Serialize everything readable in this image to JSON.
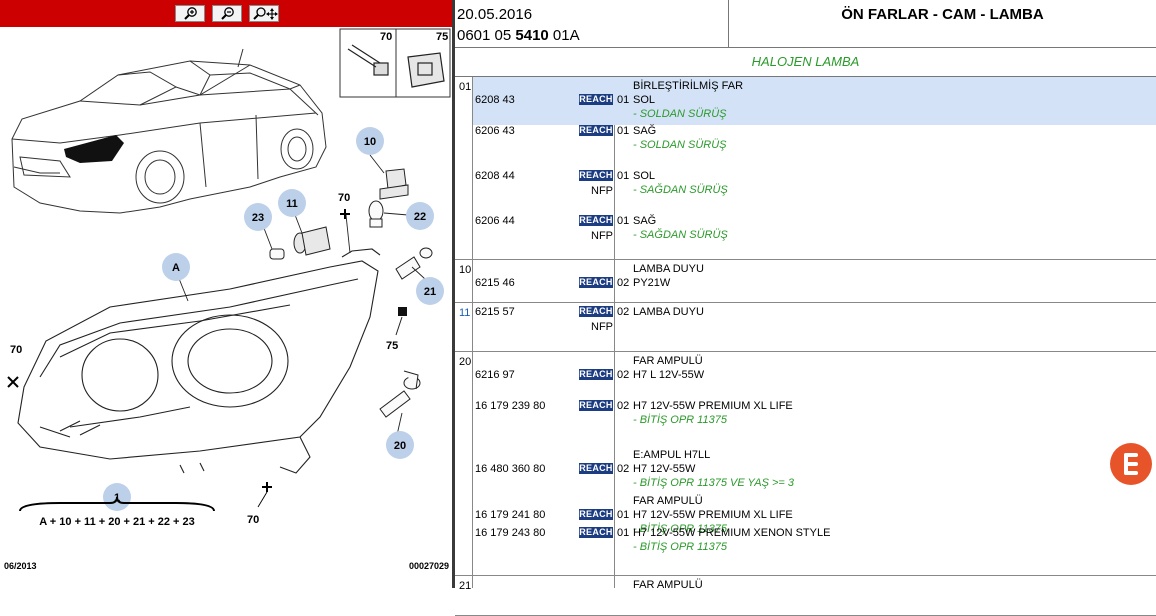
{
  "toolbar": {
    "zoom_in_icon": "zoom-in-icon",
    "zoom_out_icon": "zoom-out-icon",
    "pan_icon": "pan-zoom-icon"
  },
  "diagram": {
    "callouts": [
      "10",
      "11",
      "23",
      "22",
      "21",
      "A",
      "1",
      "20"
    ],
    "labels_70": "70",
    "label_75": "75",
    "inset_70": "70",
    "inset_75": "75",
    "formula": "A + 10 + 11 + 20 + 21 + 22 + 23",
    "date_code": "06/2013",
    "drawing_no": "00027029"
  },
  "header": {
    "date": "20.05.2016",
    "ref_prefix": "0601 05 ",
    "ref_bold": "5410",
    "ref_suffix": " 01A",
    "title": "ÖN FARLAR - CAM - LAMBA"
  },
  "section_title": "HALOJEN LAMBA",
  "groups": [
    {
      "num": "01",
      "items": [
        {
          "pn": "6208 43",
          "reach": "REACH",
          "qty": "01",
          "nfp": "",
          "lines": [
            {
              "t": "BİRLEŞTİRİLMİŞ FAR",
              "g": false
            },
            {
              "t": "SOL",
              "g": false
            },
            {
              "t": "- SOLDAN SÜRÜŞ",
              "g": true
            }
          ]
        },
        {
          "pn": "6206 43",
          "reach": "REACH",
          "qty": "01",
          "nfp": "",
          "lines": [
            {
              "t": "SAĞ",
              "g": false
            },
            {
              "t": "- SOLDAN SÜRÜŞ",
              "g": true
            }
          ]
        },
        {
          "pn": "6208 44",
          "reach": "REACH",
          "qty": "01",
          "nfp": "NFP",
          "lines": [
            {
              "t": "SOL",
              "g": false
            },
            {
              "t": "- SAĞDAN SÜRÜŞ",
              "g": true
            }
          ]
        },
        {
          "pn": "6206 44",
          "reach": "REACH",
          "qty": "01",
          "nfp": "NFP",
          "lines": [
            {
              "t": "SAĞ",
              "g": false
            },
            {
              "t": "- SAĞDAN SÜRÜŞ",
              "g": true
            }
          ]
        }
      ]
    },
    {
      "num": "10",
      "items": [
        {
          "pn": "6215 46",
          "reach": "REACH",
          "qty": "02",
          "nfp": "",
          "lines": [
            {
              "t": "LAMBA DUYU",
              "g": false
            },
            {
              "t": "PY21W",
              "g": false
            }
          ]
        }
      ]
    },
    {
      "num": "11",
      "items": [
        {
          "pn": "6215 57",
          "reach": "REACH",
          "qty": "02",
          "nfp": "NFP",
          "lines": [
            {
              "t": "LAMBA DUYU",
              "g": false
            }
          ]
        }
      ]
    },
    {
      "num": "20",
      "items": [
        {
          "pn": "6216 97",
          "reach": "REACH",
          "qty": "02",
          "nfp": "",
          "lines": [
            {
              "t": "FAR AMPULÜ",
              "g": false
            },
            {
              "t": "H7 L 12V-55W",
              "g": false
            }
          ]
        },
        {
          "pn": "16 179 239 80",
          "reach": "REACH",
          "qty": "02",
          "nfp": "",
          "lines": [
            {
              "t": "H7 12V-55W PREMIUM XL LIFE",
              "g": false
            },
            {
              "t": "- BİTİŞ OPR 11375",
              "g": true
            }
          ]
        },
        {
          "pn": "16 480 360 80",
          "reach": "REACH",
          "qty": "02",
          "nfp": "",
          "lines": [
            {
              "t": "E:AMPUL H7LL",
              "g": false
            },
            {
              "t": "H7 12V-55W",
              "g": false
            },
            {
              "t": "- BİTİŞ OPR 11375 VE YAŞ >= 3",
              "g": true
            }
          ]
        },
        {
          "pn": "16 179 241 80",
          "reach": "REACH",
          "qty": "01",
          "nfp": "",
          "lines": [
            {
              "t": "FAR AMPULÜ",
              "g": false
            },
            {
              "t": "H7 12V-55W PREMIUM XL LIFE",
              "g": false
            },
            {
              "t": "- BİTİŞ OPR 11375",
              "g": true
            }
          ]
        },
        {
          "pn": "16 179 243 80",
          "reach": "REACH",
          "qty": "01",
          "nfp": "",
          "lines": [
            {
              "t": "H7 12V-55W PREMIUM XENON STYLE",
              "g": false
            },
            {
              "t": "- BİTİŞ OPR 11375",
              "g": true
            }
          ]
        }
      ]
    },
    {
      "num": "21",
      "items": [
        {
          "pn": "",
          "reach": "",
          "qty": "",
          "nfp": "",
          "lines": [
            {
              "t": "FAR AMPULÜ",
              "g": false
            }
          ]
        }
      ]
    }
  ],
  "colors": {
    "toolbar": "#cc0000",
    "selected_row": "#d3e2f6",
    "green": "#2a9a2a",
    "reach_badge": "#1c3d82",
    "logo": "#e8542a"
  }
}
